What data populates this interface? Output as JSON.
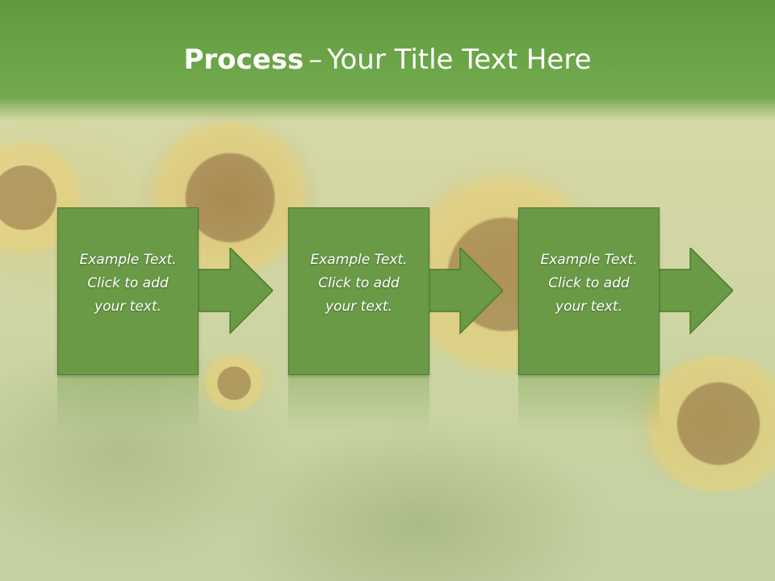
{
  "slide": {
    "title_bold": "Process",
    "title_dash": "–",
    "title_rest": "Your Title Text Here"
  },
  "steps": [
    {
      "line1": "Example Text.",
      "line2": "Click  to add",
      "line3": "your text."
    },
    {
      "line1": "Example Text.",
      "line2": "Click  to add",
      "line3": "your text."
    },
    {
      "line1": "Example Text.",
      "line2": "Click  to add",
      "line3": "your text."
    }
  ],
  "colors": {
    "title_band": "#6aa447",
    "box_fill": "#6b9a47",
    "box_border": "#4f7a2f",
    "text": "#ffffff"
  }
}
